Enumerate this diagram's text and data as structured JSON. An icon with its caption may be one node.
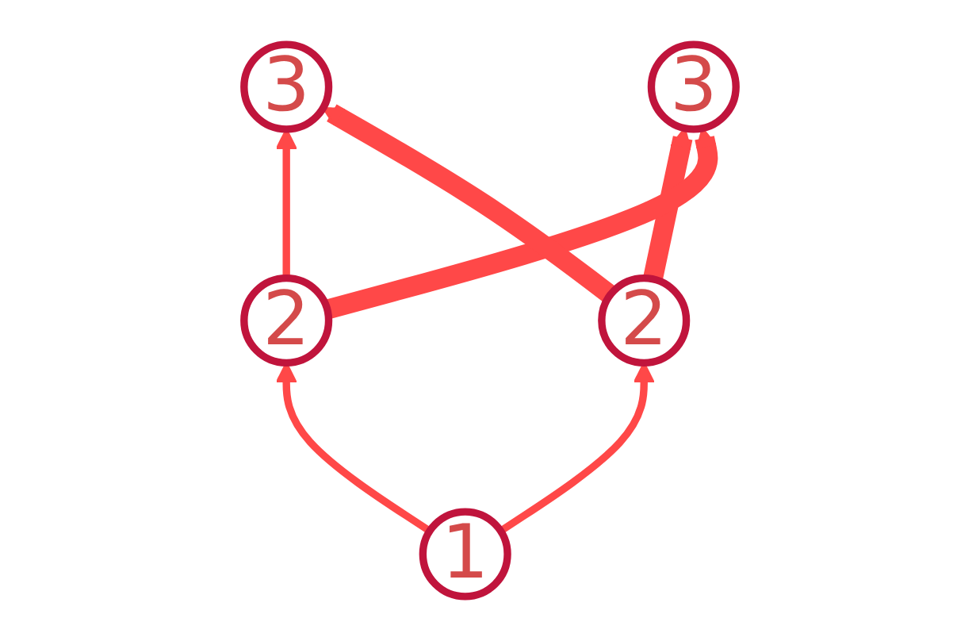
{
  "diagram": {
    "nodes": [
      {
        "text": [
          "3"
        ]
      },
      {
        "text": [
          "3"
        ]
      },
      {
        "text": [
          "2"
        ]
      },
      {
        "text": [
          "2"
        ]
      },
      {
        "text": [
          "1"
        ]
      }
    ],
    "edges": [
      {
        "from": 4,
        "to": 2,
        "arrow": "to"
      },
      {
        "from": 4,
        "to": 3,
        "arrow": "to"
      },
      {
        "from": 2,
        "to": 0,
        "arrow": "to"
      },
      {
        "from": 3,
        "to": 1,
        "arrow": "to",
        "style": "thick"
      },
      {
        "from": 2,
        "to": 1,
        "arrow": "to",
        "style": "thick"
      },
      {
        "from": 3,
        "to": 0,
        "arrow": "to",
        "style": "thick"
      }
    ]
  }
}
